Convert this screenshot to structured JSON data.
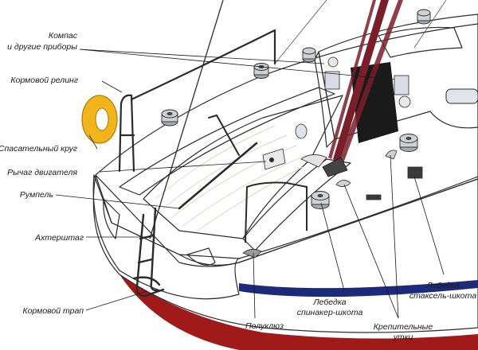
{
  "labels": {
    "compass_line1": "Компас",
    "compass_line2": "и другие приборы",
    "stern_rail": "Кормовой релинг",
    "lifebuoy": "Спасательный круг",
    "engine_lever": "Рычаг двигателя",
    "tiller": "Румпель",
    "backstay": "Ахтерштаг",
    "stern_ladder": "Кормовой трап",
    "half_hatch": "Полуклюз",
    "spinnaker_winch_line1": "Лебедка",
    "spinnaker_winch_line2": "спинакер-шкота",
    "staysail_winch_line1": "Лебедка",
    "staysail_winch_line2": "стаксель-шкота",
    "cleats_line1": "Крепительные",
    "cleats_line2": "утки"
  },
  "colors": {
    "hull": "#ffffff",
    "deck": "#f2f1ec",
    "deck_planks": "#e6e3d6",
    "topsides_stripe": "#1d2a7a",
    "antifouling": "#a11a1a",
    "mast_sheets": "#7a1f2a",
    "lifebuoy": "#f2b41c",
    "companionway": "#1a1a1a",
    "cabin_top": "#f7f6f1",
    "outline": "#2b2b2b"
  }
}
